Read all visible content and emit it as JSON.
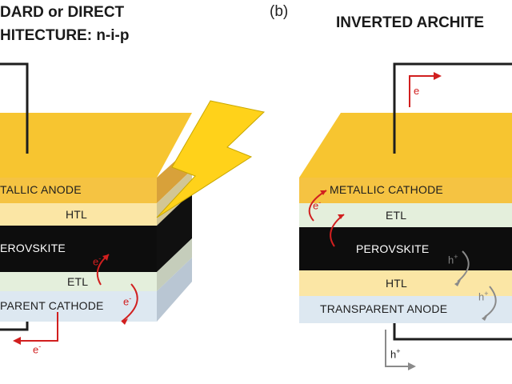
{
  "left_panel": {
    "title_line1": "DARD or DIRECT",
    "title_line2": "HITECTURE: n-i-p",
    "layers": [
      {
        "label": "TALLIC ANODE",
        "color": "#f5c342"
      },
      {
        "label": "HTL",
        "color": "#fbe6a5"
      },
      {
        "label": "EROVSKITE",
        "color": "#0d0d0d"
      },
      {
        "label": "ETL",
        "color": "#e4efdc"
      },
      {
        "label": "PARENT CATHODE",
        "color": "#dde8f1"
      }
    ],
    "electron_marks": [
      "e",
      "e",
      "e"
    ],
    "electron_sup": "-",
    "bolt_color": "#ffd21a"
  },
  "right_panel": {
    "panel_label": "(b)",
    "title": "INVERTED ARCHITE",
    "layers": [
      {
        "label": "METALLIC CATHODE",
        "color": "#f5c342"
      },
      {
        "label": "ETL",
        "color": "#e4efdc"
      },
      {
        "label": "PEROVSKITE",
        "color": "#0d0d0d"
      },
      {
        "label": "HTL",
        "color": "#fbe6a5"
      },
      {
        "label": "TRANSPARENT ANODE",
        "color": "#dde8f1"
      }
    ],
    "electron_marks": [
      "e",
      "e"
    ],
    "hole_marks": [
      "h",
      "h",
      "h"
    ],
    "electron_sup": "-",
    "hole_sup": "+"
  },
  "colors": {
    "arrow_red": "#d11f1f",
    "arrow_grey": "#8a8a8a",
    "wire": "#1e1e1e"
  }
}
